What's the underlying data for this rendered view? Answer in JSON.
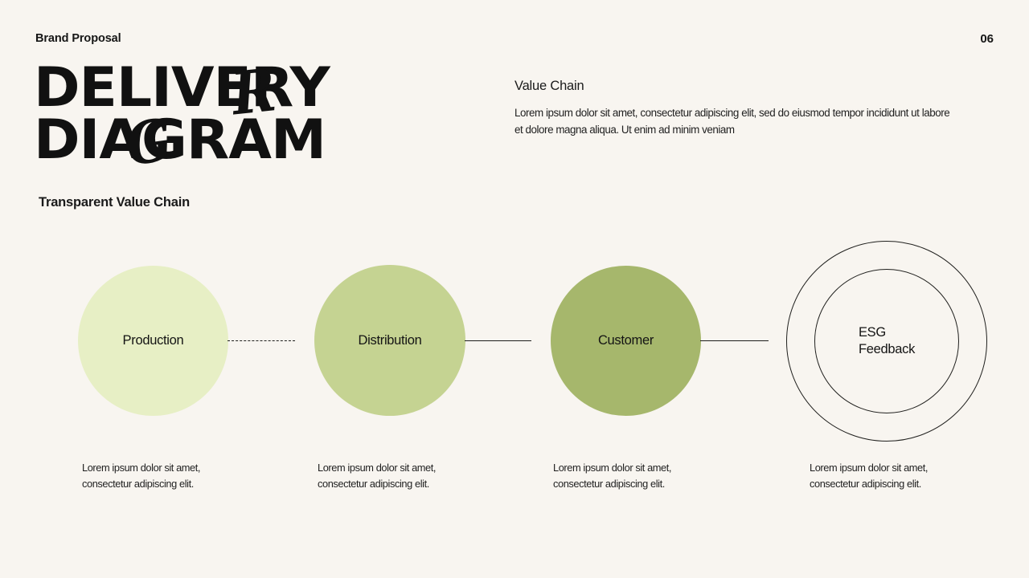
{
  "header": {
    "brand_label": "Brand Proposal",
    "page_number": "06"
  },
  "title": {
    "line1": "DELIVERY",
    "line2": "DIAGRAM",
    "script_overlay_1": "R",
    "script_overlay_2": "G",
    "subtitle": "Transparent Value Chain"
  },
  "intro": {
    "heading": "Value Chain",
    "body": "Lorem ipsum dolor sit amet, consectetur adipiscing elit, sed do eiusmod tempor incididunt ut labore et dolore magna aliqua. Ut enim ad minim veniam"
  },
  "diagram": {
    "nodes": [
      {
        "label": "Production",
        "fill": "#e7efc5",
        "style": "filled",
        "caption": "Lorem ipsum dolor sit amet, consectetur adipiscing elit."
      },
      {
        "label": "Distribution",
        "fill": "#c5d392",
        "style": "filled",
        "caption": "Lorem ipsum dolor sit amet, consectetur adipiscing elit."
      },
      {
        "label": "Customer",
        "fill": "#a6b76c",
        "style": "filled",
        "caption": "Lorem ipsum dolor sit amet, consectetur adipiscing elit."
      },
      {
        "label": "ESG\nFeedback",
        "label_line1": "ESG",
        "label_line2": "Feedback",
        "fill": "none",
        "style": "double-ring-outline",
        "caption": "Lorem ipsum dolor sit amet, consectetur adipiscing elit."
      }
    ],
    "connectors": [
      {
        "from": "Production",
        "to": "Distribution",
        "style": "dashed"
      },
      {
        "from": "Distribution",
        "to": "Customer",
        "style": "solid"
      },
      {
        "from": "Customer",
        "to": "ESG Feedback",
        "style": "solid"
      }
    ]
  },
  "colors": {
    "background": "#f8f5f0",
    "ink": "#1a1a1a",
    "node_1": "#e7efc5",
    "node_2": "#c5d392",
    "node_3": "#a6b76c",
    "outline": "#20201e"
  }
}
